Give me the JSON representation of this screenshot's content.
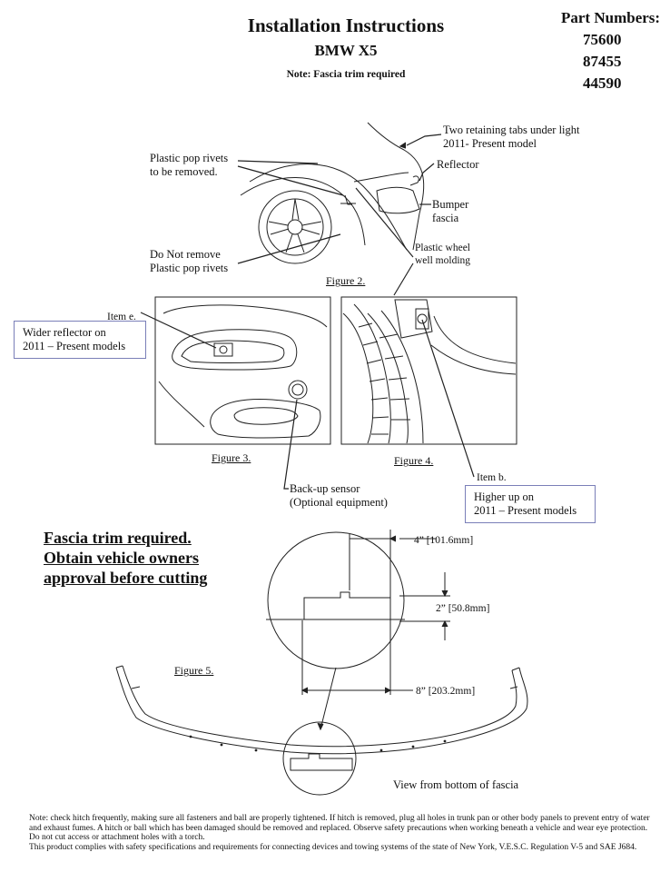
{
  "header": {
    "title": "Installation Instructions",
    "subtitle": "BMW X5",
    "note": "Note: Fascia trim required",
    "part_numbers_label": "Part Numbers:",
    "part_numbers": [
      "75600",
      "87455",
      "44590"
    ]
  },
  "figure2": {
    "label": "Figure 2.",
    "callouts": {
      "tabs_line1": "Two retaining  tabs under light",
      "tabs_line2": "2011- Present model",
      "reflector": "Reflector",
      "bumper_line1": "Bumper",
      "bumper_line2": "fascia",
      "rivets_remove_line1": "Plastic pop rivets",
      "rivets_remove_line2": "to be removed.",
      "rivets_keep_line1": "Do Not remove",
      "rivets_keep_line2": "Plastic pop rivets",
      "molding_line1": "Plastic wheel",
      "molding_line2": "well molding"
    }
  },
  "figure3": {
    "label": "Figure 3.",
    "item": "Item  e.",
    "box_line1": "Wider reflector on",
    "box_line2": "2011 – Present models",
    "sensor_line1": "Back-up sensor",
    "sensor_line2": "(Optional equipment)"
  },
  "figure4": {
    "label": "Figure 4.",
    "item": "Item  b.",
    "box_line1": "Higher up on",
    "box_line2": "2011 – Present models"
  },
  "warning": {
    "line1": "Fascia trim required.",
    "line2": "Obtain vehicle owners",
    "line3": "approval before cutting"
  },
  "figure5": {
    "label": "Figure 5.",
    "dim_4in": "4” [101.6mm]",
    "dim_2in": "2” [50.8mm]",
    "dim_8in": "8” [203.2mm]",
    "view_caption": "View from bottom of fascia"
  },
  "footer": {
    "line1": "Note: check hitch frequently, making sure all fasteners and ball are properly tightened.  If hitch is removed, plug all holes in trunk pan or other body panels to prevent entry of water and exhaust fumes.  A hitch or ball which has been damaged should be removed and replaced.  Observe safety precautions when working beneath a vehicle and wear eye protection.  Do not cut access or attachment holes with a torch.",
    "line2": "This product complies with safety specifications and requirements for connecting devices and towing systems of the state of New York, V.E.S.C. Regulation V-5 and SAE J684."
  }
}
